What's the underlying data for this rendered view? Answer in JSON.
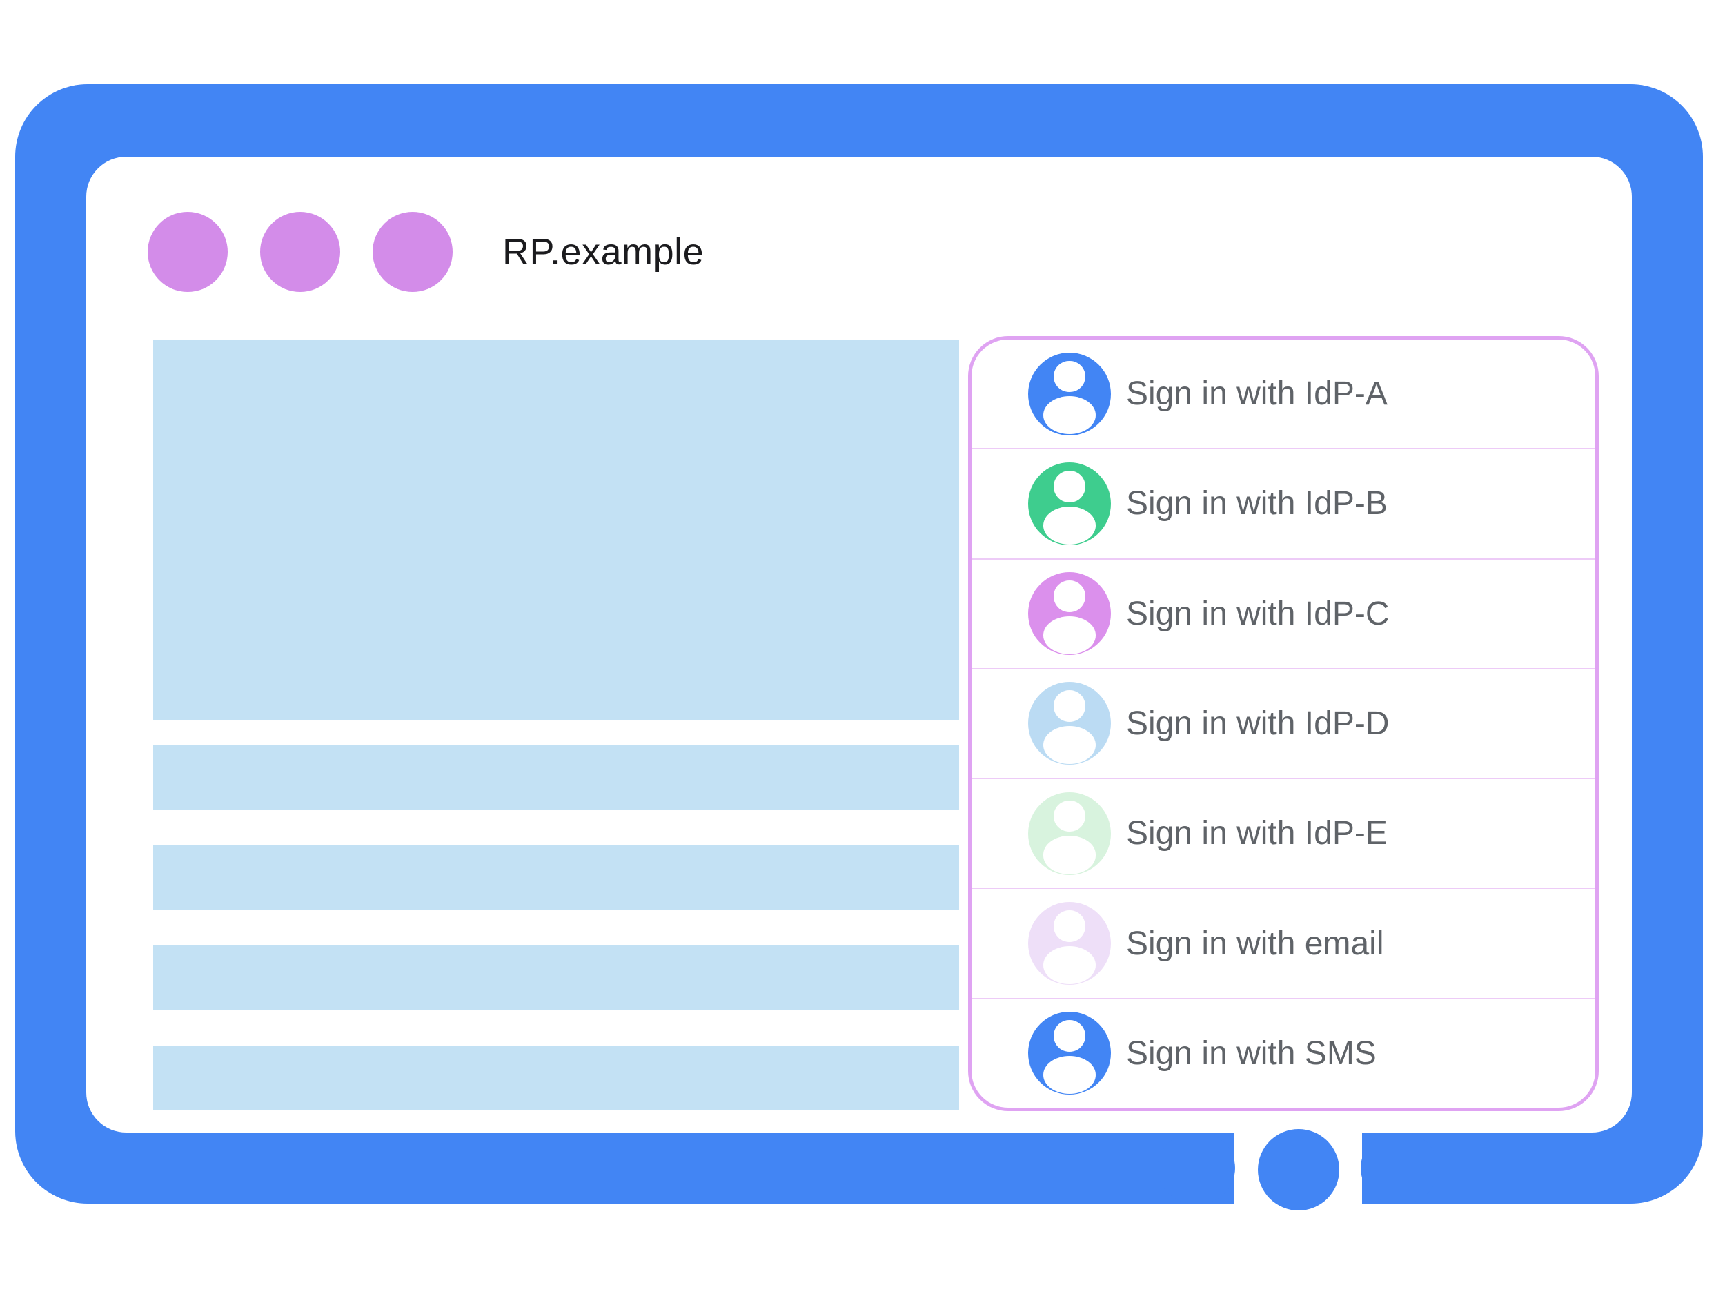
{
  "window": {
    "title": "RP.example"
  },
  "colors": {
    "frame-blue": "#4285F4",
    "screen-bg": "#FFFFFF",
    "placeholder-blue": "#C3E1F4",
    "dot-purple": "#D38CE9",
    "panel-border": "#DFA3F2",
    "panel-divider": "#EDCBF7",
    "title-text": "#1B1B1E",
    "label-text": "#5F6368",
    "avatar-silhouette": "#FFFFFF"
  },
  "sign_in_panel": {
    "items": [
      {
        "id": "idp-a",
        "label": "Sign in with IdP-A",
        "avatar_color": "#4285F4"
      },
      {
        "id": "idp-b",
        "label": "Sign in with IdP-B",
        "avatar_color": "#3ECD8E"
      },
      {
        "id": "idp-c",
        "label": "Sign in with IdP-C",
        "avatar_color": "#DB90EC"
      },
      {
        "id": "idp-d",
        "label": "Sign in with IdP-D",
        "avatar_color": "#BBDBF3"
      },
      {
        "id": "idp-e",
        "label": "Sign in with IdP-E",
        "avatar_color": "#D8F3DE"
      },
      {
        "id": "email",
        "label": "Sign in with email",
        "avatar_color": "#EEDFF8"
      },
      {
        "id": "sms",
        "label": "Sign in with SMS",
        "avatar_color": "#4285F4"
      }
    ]
  }
}
